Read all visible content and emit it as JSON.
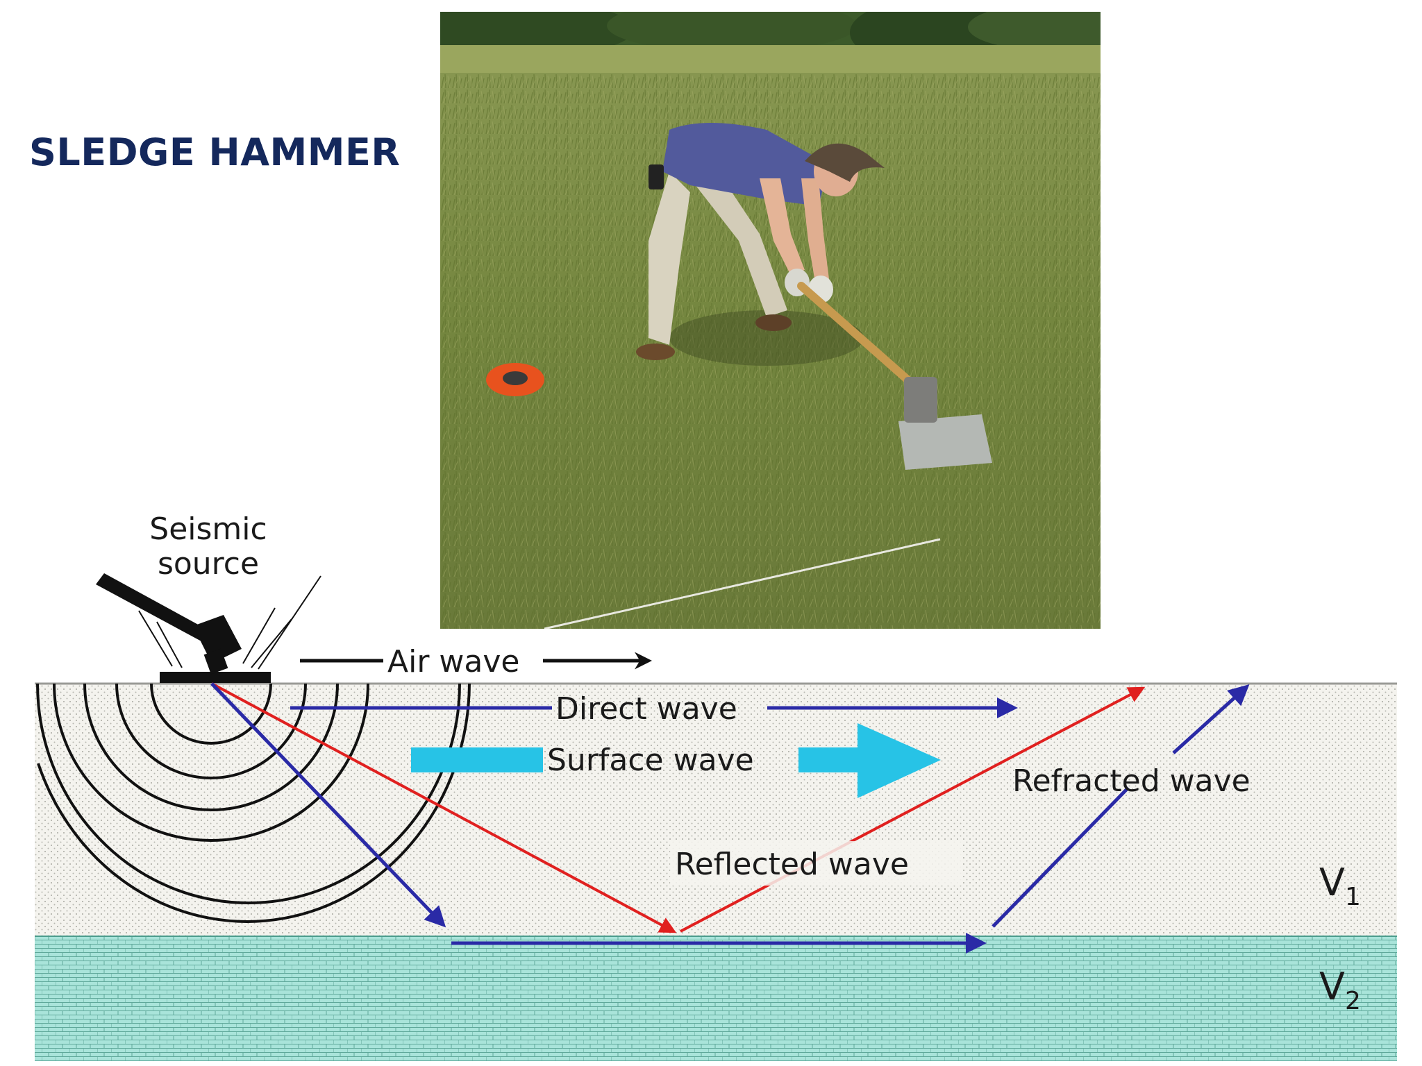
{
  "title": "SLEDGE HAMMER",
  "photo": {
    "kind": "photograph",
    "subject": "person striking a metal plate with a sledge hammer in a grass field"
  },
  "diagram": {
    "source_label_line1": "Seismic",
    "source_label_line2": "source",
    "air_wave": "Air wave",
    "direct_wave": "Direct wave",
    "surface_wave": "Surface wave",
    "reflected_wave": "Reflected wave",
    "refracted_wave": "Refracted wave",
    "v1_letter": "V",
    "v1_sub": "1",
    "v2_letter": "V",
    "v2_sub": "2",
    "colors": {
      "upper_layer": "#f4f3ee",
      "lower_layer": "#a9e4da",
      "direct_refracted": "#2a2aa6",
      "reflected": "#e0201f",
      "surface": "#27c3e6",
      "air": "#111111"
    }
  }
}
